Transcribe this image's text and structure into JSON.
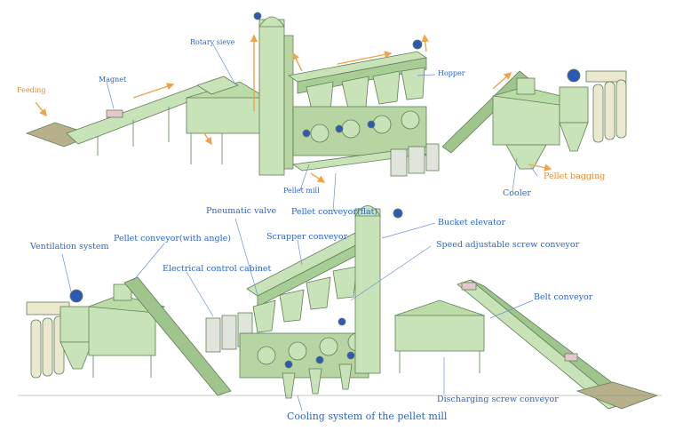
{
  "colors": {
    "machine_fill": "#c9e3b9",
    "machine_dark": "#9fc58d",
    "outline": "#5f7f57",
    "motor": "#2e58b8",
    "label_orange": "#e98a2a",
    "label_blue": "#2a64c8",
    "leader_line": "#6c8fd1",
    "flow_arrow": "#f0a347",
    "ground": "#8a9a7e",
    "bagging_tank": "#ebe8cf"
  },
  "top_layout": {
    "labels": {
      "feeding": "Feeding",
      "magnet": "Magnet",
      "rotary_sieve": "Rotary sieve",
      "hopper": "Hopper",
      "pellet_mill": "Pellet mill",
      "pellet_conveyor_flat": "Pellet conveyor(flat)",
      "cooler": "Cooler",
      "pellet_bagging": "Pellet bagging"
    }
  },
  "bottom_layout": {
    "labels": {
      "pneumatic_valve": "Pneumatic valve",
      "bucket_elevator": "Bucket elevator",
      "scrapper_conveyor": "Scrapper conveyor",
      "speed_adjustable_screw_conveyor": "Speed adjustable screw conveyor",
      "ventilation_system": "Ventilation system",
      "pellet_conveyor_angle": "Pellet conveyor(with angle)",
      "electrical_control_cabinet": "Electrical control cabinet",
      "belt_conveyor": "Belt conveyor",
      "discharging_screw_conveyor": "Discharging screw conveyor",
      "cooling_system": "Cooling system of the pellet mill"
    }
  }
}
